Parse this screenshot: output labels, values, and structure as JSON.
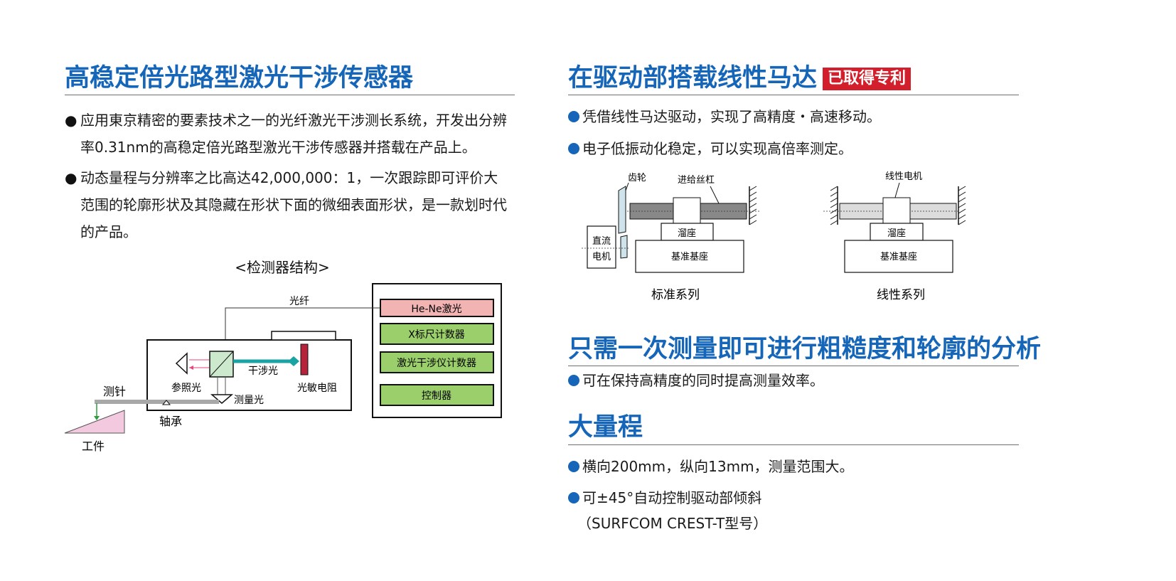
{
  "left": {
    "heading": "高稳定倍光路型激光干涉传感器",
    "bullet_symbol": "●",
    "para1": "应用東京精密的要素技术之一的光纤激光干涉测长系统，开发出分辨率0.31nm的高稳定倍光路型激光干涉传感器并搭载在产品上。",
    "para2": "动态量程与分辨率之比高达42,000,000：1，一次跟踪即可评价大范围的轮廓形状及其隐藏在形状下面的微细表面形状，是一款划时代的产品。",
    "diagram": {
      "title": "<检测器结构>",
      "fiber": "光纤",
      "he_ne": "He-Ne激光",
      "x_counter": "X标尺计数器",
      "laser_counter": "激光干涉仪计数器",
      "controller": "控制器",
      "interference": "干涉光",
      "reference": "参照光",
      "photo_resistor": "光敏电阻",
      "stylus": "测针",
      "measure_light": "测量光",
      "bearing": "轴承",
      "workpiece": "工件"
    }
  },
  "right": {
    "heading1": "在驱动部搭载线性马达",
    "patent_badge": "已取得专利",
    "item1": "凭借线性马达驱动，实现了高精度・高速移动。",
    "item2": "电子低振动化稳定，可以实现高倍率测定。",
    "std_diagram": {
      "gear": "齿轮",
      "lead_screw": "进给丝杠",
      "slider": "溜座",
      "motor_line1": "直流",
      "motor_line2": "电机",
      "base": "基准基座",
      "caption": "标准系列"
    },
    "lin_diagram": {
      "linear_motor": "线性电机",
      "slider": "溜座",
      "base": "基准基座",
      "caption": "线性系列"
    },
    "heading2": "只需一次测量即可进行粗糙度和轮廓的分析",
    "item3": "可在保持高精度的同时提高测量效率。",
    "heading3": "大量程",
    "item4": "横向200mm，纵向13mm，测量范围大。",
    "item5": "可±45°自动控制驱动部倾斜",
    "item5_note": "（SURFCOM CREST-T型号）"
  },
  "colors": {
    "heading_blue": "#1565b8",
    "badge_red": "#d21f2b",
    "he_ne_fill": "#f2b3b3",
    "counter_green": "#9bcf6b",
    "beam_teal": "#1aa3a3",
    "wedge_pink": "#f3c9df"
  }
}
